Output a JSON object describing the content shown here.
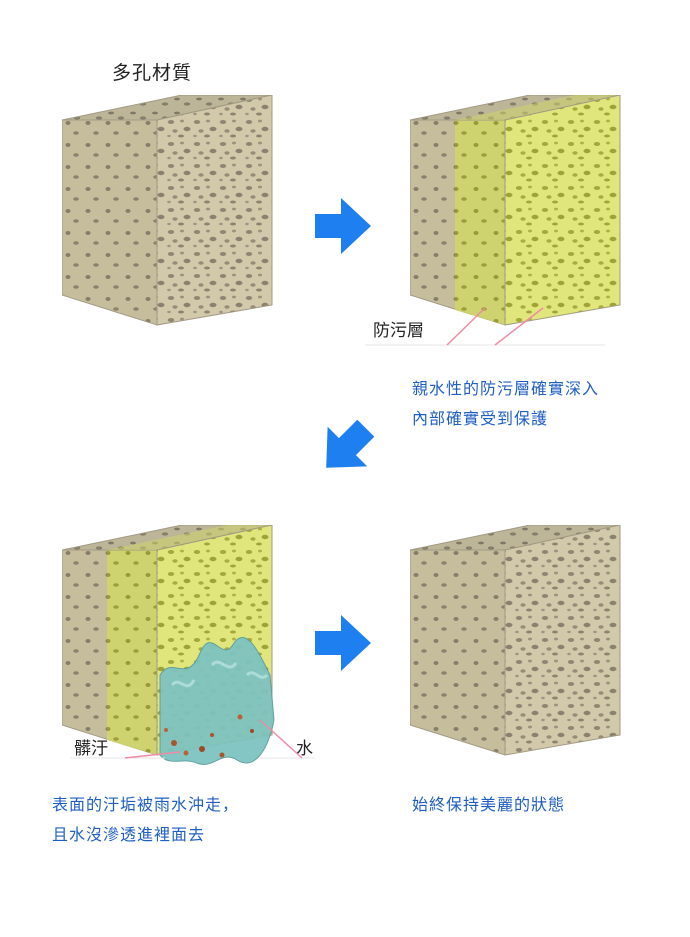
{
  "title": "多孔材質",
  "labels": {
    "coating": "防污層",
    "dirt": "髒汙",
    "water": "水"
  },
  "captions": {
    "step1_line1": "親水性的防污層確實深入",
    "step1_line2": "內部確實受到保護",
    "step2_line1": "表面的汙垢被雨水沖走，",
    "step2_line2": "且水沒滲透進裡面去",
    "step3": "始終保持美麗的狀態"
  },
  "colors": {
    "stone": "#cfc6a6",
    "stone_dark": "#8b8470",
    "coating": "#d7e06a",
    "water": "#7ec3c0",
    "arrow": "#1e7ff0",
    "caption": "#1f5fc4",
    "leader_line": "#f08aa6"
  }
}
